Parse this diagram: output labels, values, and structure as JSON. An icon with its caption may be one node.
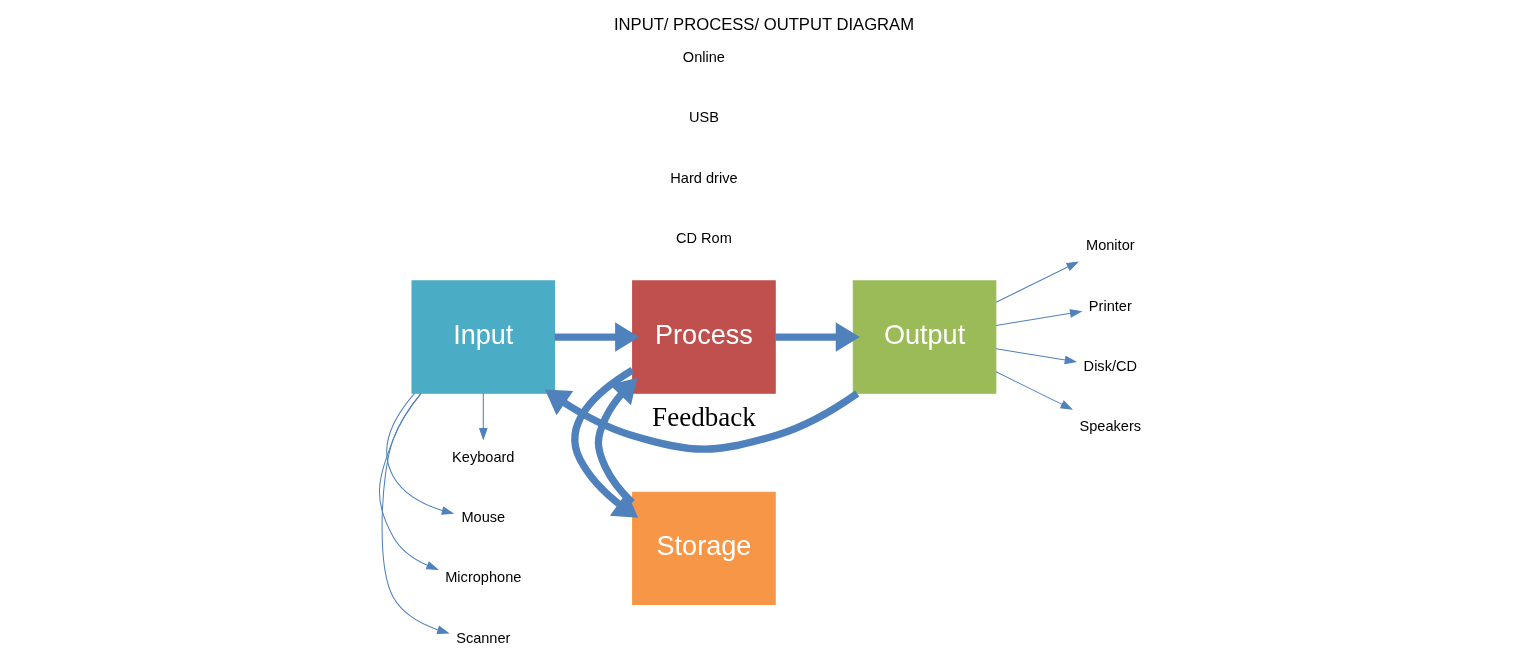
{
  "diagram": {
    "title": "INPUT/ PROCESS/ OUTPUT DIAGRAM",
    "nodes": [
      {
        "text": [
          "Input"
        ]
      },
      {
        "text": [
          "Process"
        ]
      },
      {
        "text": [
          "Output"
        ]
      },
      {
        "text": [
          "Storage"
        ]
      },
      {
        "text": [
          "Keyboard"
        ]
      },
      {
        "text": [
          "Mouse"
        ]
      },
      {
        "text": [
          "Microphone"
        ]
      },
      {
        "text": [
          "Scanner"
        ]
      },
      {
        "text": [
          "Monitor"
        ]
      },
      {
        "text": [
          "Printer"
        ]
      },
      {
        "text": [
          "Disk/CD"
        ]
      },
      {
        "text": [
          "Speakers"
        ]
      }
    ],
    "edges": [
      {
        "from": 0,
        "to": 1,
        "arrow": "to",
        "style": "thick"
      },
      {
        "from": 1,
        "to": 2,
        "arrow": "to",
        "style": "thick"
      },
      {
        "from": 3,
        "to": 1,
        "arrow": "to",
        "style": "thick"
      },
      {
        "from": 1,
        "to": 3,
        "arrow": "to",
        "style": "thick"
      },
      {
        "from": 2,
        "to": 0,
        "arrow": "to",
        "style": "thick",
        "label": "Feedback"
      },
      {
        "from": 0,
        "to": 4,
        "arrow": "to"
      },
      {
        "from": 0,
        "to": 5,
        "arrow": "to"
      },
      {
        "from": 0,
        "to": 6,
        "arrow": "to"
      },
      {
        "from": 0,
        "to": 7,
        "arrow": "to"
      },
      {
        "from": 2,
        "to": 8,
        "arrow": "to"
      },
      {
        "from": 2,
        "to": 9,
        "arrow": "to"
      },
      {
        "from": 2,
        "to": 10,
        "arrow": "to"
      },
      {
        "from": 2,
        "to": 11,
        "arrow": "to"
      }
    ],
    "labels": [
      "CD Rom",
      "Hard drive",
      "USB",
      "Online"
    ]
  }
}
